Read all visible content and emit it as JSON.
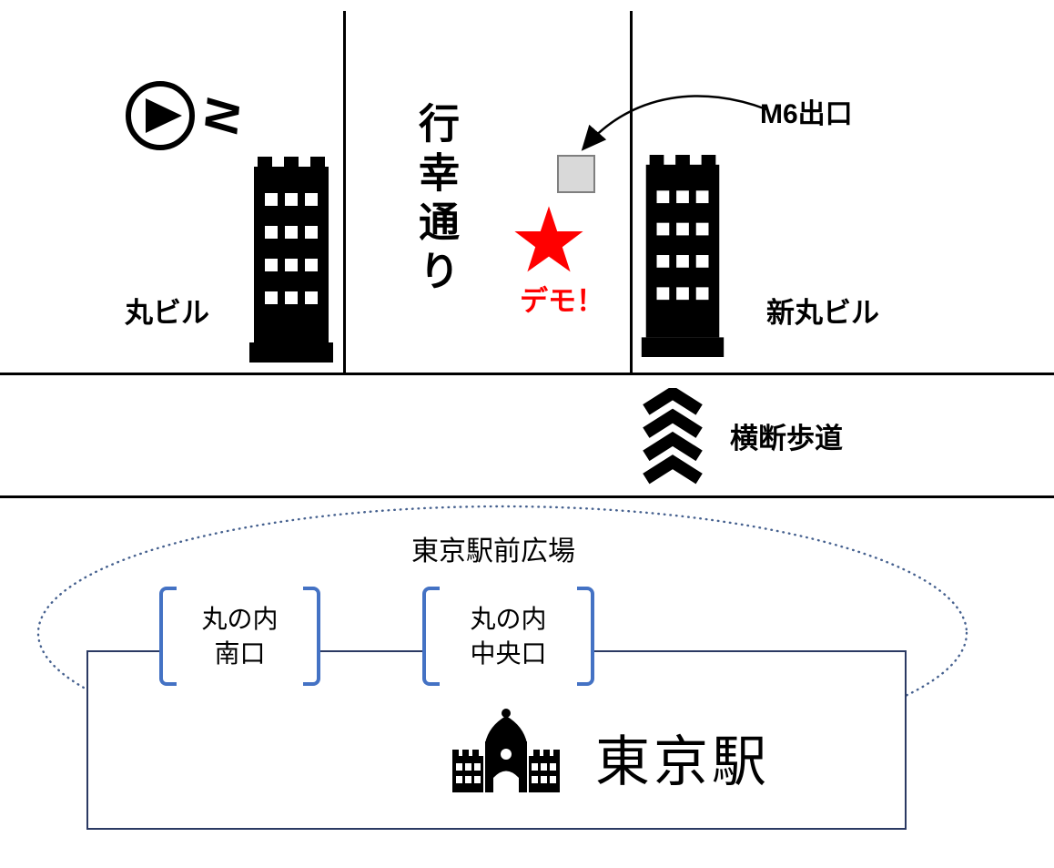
{
  "street": {
    "name": "行幸通り"
  },
  "compass": {
    "label": "N"
  },
  "buildings": {
    "left_label": "丸ビル",
    "right_label": "新丸ビル"
  },
  "exit": {
    "label": "M6出口"
  },
  "demo": {
    "label": "デモ！"
  },
  "crosswalk": {
    "label": "横断歩道"
  },
  "plaza": {
    "label": "東京駅前広場"
  },
  "station": {
    "name": "東京駅",
    "gates": [
      {
        "line1": "丸の内",
        "line2": "南口"
      },
      {
        "line1": "丸の内",
        "line2": "中央口"
      }
    ]
  },
  "colors": {
    "demo_red": "#ff0000",
    "bracket_blue": "#4472c4",
    "station_border": "#2b3a63",
    "plaza_dots": "#46618f",
    "exit_fill": "#d9d9d9",
    "exit_border": "#7f7f7f",
    "line_black": "#000000"
  }
}
